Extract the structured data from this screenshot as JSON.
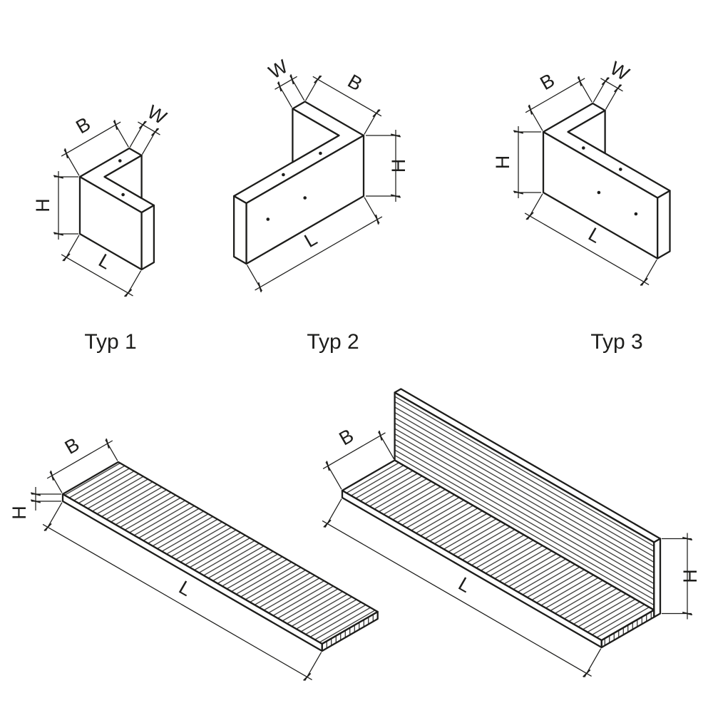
{
  "drawing": {
    "background_color": "#ffffff",
    "line_color": "#1d1d1b",
    "figures": {
      "typ1": {
        "caption": "Typ 1",
        "dims": {
          "B": "B",
          "W": "W",
          "H": "H",
          "L": "L"
        }
      },
      "typ2": {
        "caption": "Typ 2",
        "dims": {
          "B": "B",
          "W": "W",
          "H": "H",
          "L": "L"
        }
      },
      "typ3": {
        "caption": "Typ 3",
        "dims": {
          "B": "B",
          "W": "W",
          "H": "H",
          "L": "L"
        }
      },
      "flat_bar": {
        "dims": {
          "B": "B",
          "H": "H",
          "L": "L"
        }
      },
      "angle_bar": {
        "dims": {
          "B": "B",
          "H": "H",
          "L": "L"
        }
      }
    }
  }
}
